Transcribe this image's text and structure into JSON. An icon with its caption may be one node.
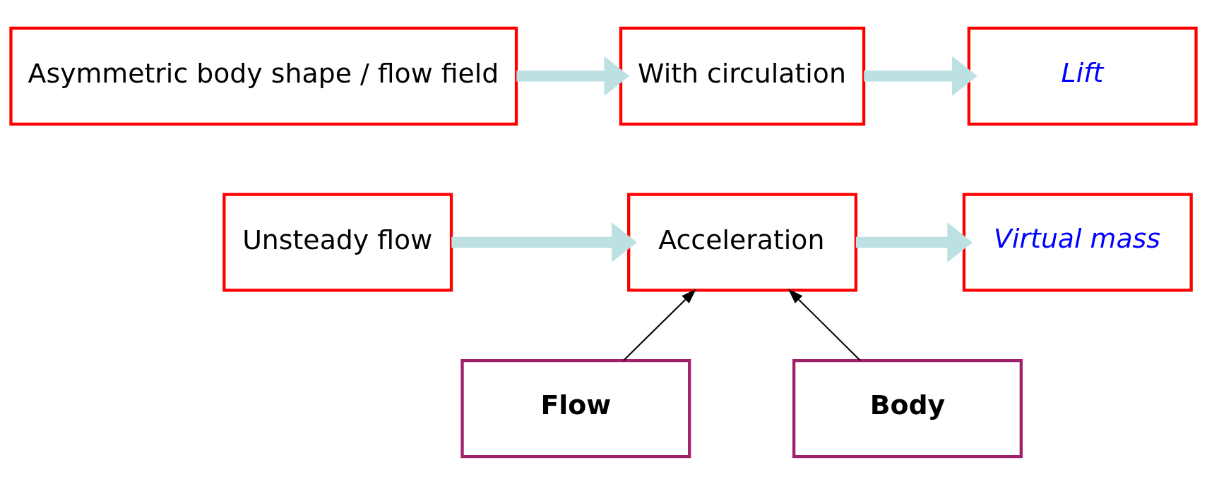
{
  "diagram": {
    "nodes": [
      {
        "text": [
          "Asymmetric body shape / flow field"
        ]
      },
      {
        "text": [
          "With circulation"
        ]
      },
      {
        "text": [
          "Lift"
        ]
      },
      {
        "text": [
          "Unsteady flow"
        ]
      },
      {
        "text": [
          "Acceleration"
        ]
      },
      {
        "text": [
          "Virtual mass"
        ]
      },
      {
        "text": [
          "Flow"
        ]
      },
      {
        "text": [
          "Body"
        ]
      }
    ],
    "edges": [
      {
        "from": 0,
        "to": 1,
        "arrow": "to"
      },
      {
        "from": 1,
        "to": 2,
        "arrow": "to"
      },
      {
        "from": 3,
        "to": 4,
        "arrow": "to"
      },
      {
        "from": 4,
        "to": 5,
        "arrow": "to"
      },
      {
        "from": 6,
        "to": 4,
        "arrow": "to",
        "color": "#000000"
      },
      {
        "from": 7,
        "to": 4,
        "arrow": "to",
        "color": "#000000"
      }
    ]
  }
}
